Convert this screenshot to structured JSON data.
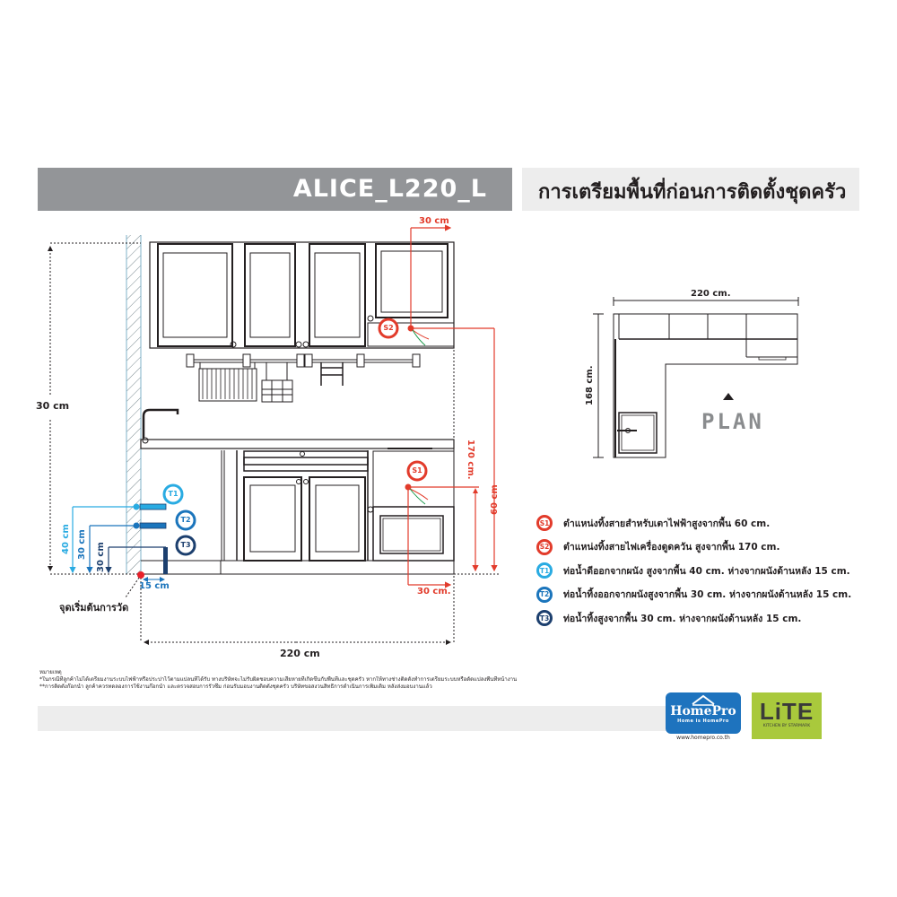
{
  "header": {
    "model_title": "ALICE_L220_L",
    "page_title": "การเตรียมพื้นที่ก่อนการติดตั้งชุดครัว"
  },
  "elevation": {
    "height_label": "30 cm",
    "width_label": "220 cm",
    "hood_offset_label": "30 cm",
    "stove_offset_label": "30 cm.",
    "hood_height_label": "170 cm.",
    "stove_height_label": "60 cm",
    "pipe_offset_label": "15 cm",
    "pipe_t1_height_label": "40 cm",
    "pipe_t2_height_label": "30 cm",
    "pipe_t3_height_label": "30 cm",
    "origin_label": "จุดเริ่มต้นการวัด",
    "markers": {
      "s1": "S1",
      "s2": "S2",
      "t1": "T1",
      "t2": "T2",
      "t3": "T3"
    }
  },
  "plan": {
    "width_label": "220 cm.",
    "depth_label": "168 cm.",
    "title": "PLAN"
  },
  "legend": {
    "items": [
      {
        "code": "S1",
        "color": "#e23b2b",
        "text": "ตำแหน่งทิ้งสายสำหรับเตาไฟฟ้าสูงจากพื้น 60 cm."
      },
      {
        "code": "S2",
        "color": "#e23b2b",
        "text": "ตำแหน่งทิ้งสายไฟเครื่องดูดควัน สูงจากพื้น 170 cm."
      },
      {
        "code": "T1",
        "color": "#29abe2",
        "text": "ท่อน้ำดีออกจากผนัง สูงจากพื้น 40 cm. ห่างจากผนังด้านหลัง 15 cm."
      },
      {
        "code": "T2",
        "color": "#1b75bc",
        "text": "ท่อน้ำทิ้งออกจากผนังสูงจากพื้น 30 cm. ห่างจากผนังด้านหลัง 15 cm."
      },
      {
        "code": "T3",
        "color": "#1c3f6e",
        "text": "ท่อน้ำทิ้งสูงจากพื้น 30 cm. ห่างจากผนังด้านหลัง 15 cm."
      }
    ]
  },
  "notes": {
    "heading": "หมายเหตุ",
    "line1": "*ในกรณีที่ลูกค้าไม่ได้เตรียมงานระบบไฟฟ้าหรือประปาไว้ตามแปลนที่ได้รับ ทางบริษัทจะไม่รับผิดชอบความเสียหายที่เกิดขึ้นกับพื้นที่และชุดครัว หากให้ทางช่างติดตั้งทำการเตรียมระบบหรือดัดแปลงพื้นที่หน้างาน",
    "line2": "**การติดตั้งก๊อกน้ำ ลูกค้าควรทดลองการใช้งานก๊อกน้ำ และตรวจสอบการรั่วซึม ก่อนรับมอบงานติดตั้งชุดครัว บริษัทขอสงวนสิทธิ์การดำเนินการเพิ่มเติม หลังส่งมอบงานแล้ว"
  },
  "footer": {
    "homepro_brand": "HomePro",
    "homepro_tagline": "Home is HomePro",
    "homepro_url": "www.homepro.co.th",
    "lite_brand": "LiTE",
    "lite_tagline": "KITCHEN BY STARMARK"
  },
  "colors": {
    "title_bar": "#939598",
    "subtitle_bar": "#ededed",
    "electric_red": "#e23b2b",
    "water_light_blue": "#29abe2",
    "water_mid_blue": "#1b75bc",
    "water_dark_blue": "#1c3f6e",
    "homepro_blue": "#1e73be",
    "lite_green": "#a9c93c"
  }
}
